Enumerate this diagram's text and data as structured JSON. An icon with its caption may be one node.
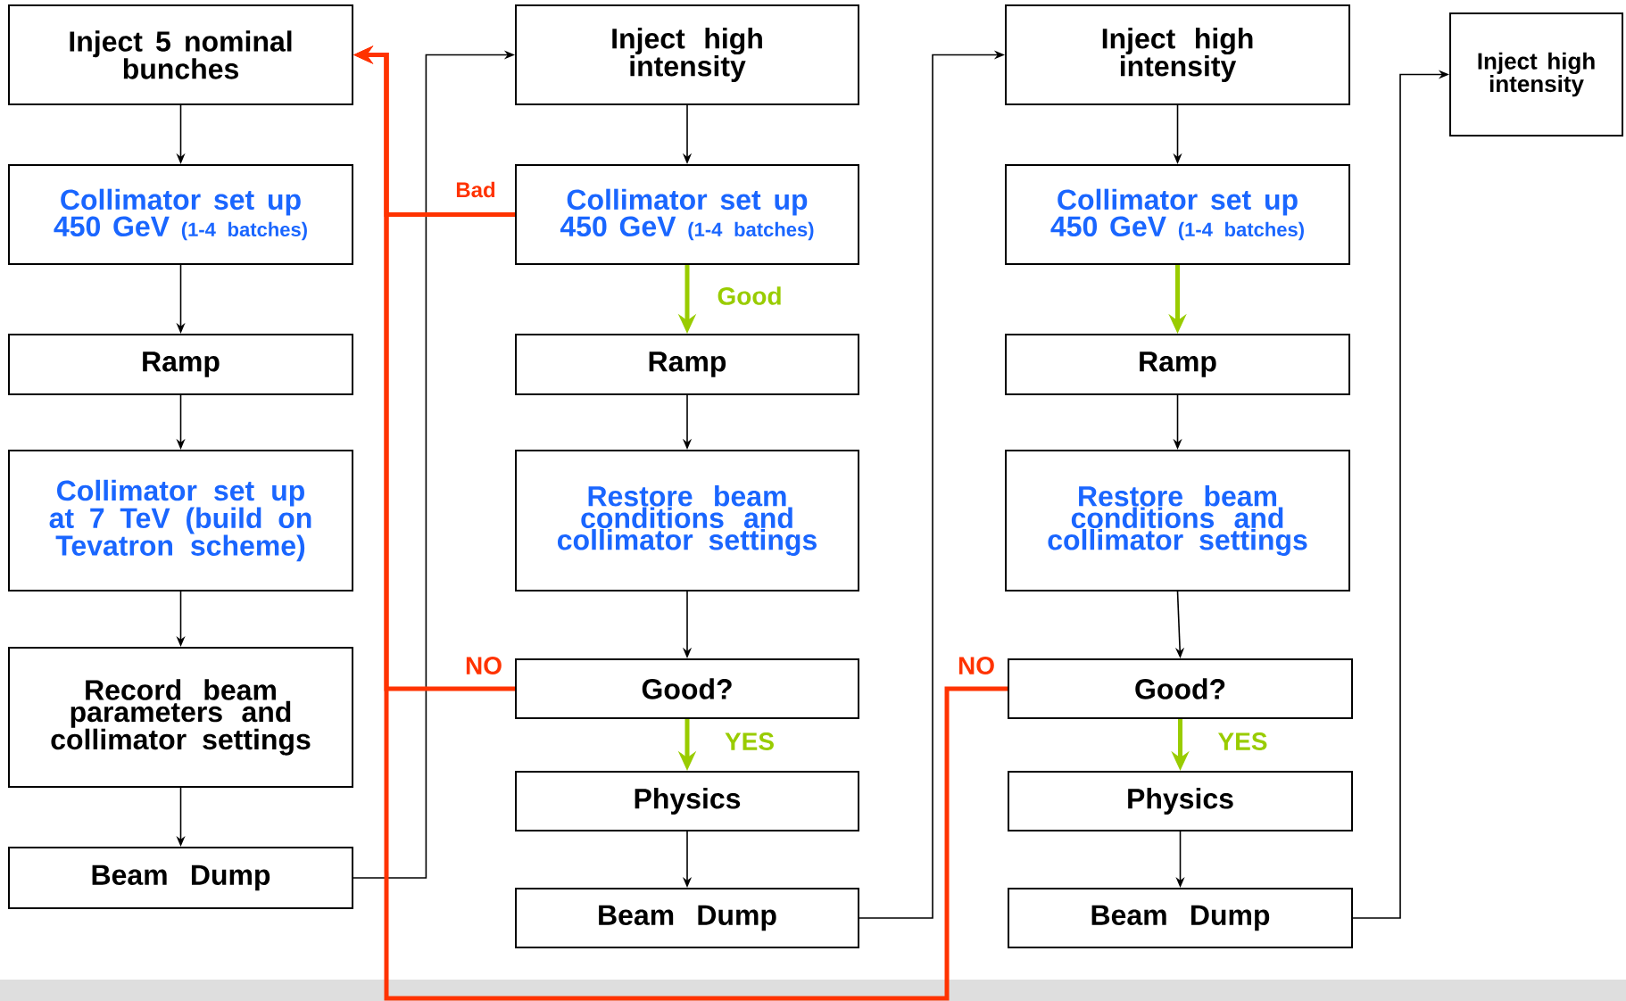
{
  "diagram": {
    "nodes": [
      {
        "text": [
          "Inject 5 nominal bunches"
        ]
      },
      {
        "text": [
          "Collimator set up 450 GeV",
          "(1-4 batches)"
        ]
      },
      {
        "text": [
          "Ramp"
        ]
      },
      {
        "text": [
          "Collimator set up at 7 TeV (build on Tevatron scheme)"
        ]
      },
      {
        "text": [
          "Record beam parameters and collimator settings"
        ]
      },
      {
        "text": [
          "Beam Dump"
        ]
      },
      {
        "text": [
          "Inject high intensity"
        ]
      },
      {
        "text": [
          "Collimator set up 450 GeV",
          "(1-4 batches)"
        ]
      },
      {
        "text": [
          "Ramp"
        ]
      },
      {
        "text": [
          "Restore beam conditions and collimator settings"
        ]
      },
      {
        "text": [
          "Good?"
        ]
      },
      {
        "text": [
          "Physics"
        ]
      },
      {
        "text": [
          "Beam Dump"
        ]
      },
      {
        "text": [
          "Inject high intensity"
        ]
      },
      {
        "text": [
          "Collimator set up 450 GeV",
          "(1-4 batches)"
        ]
      },
      {
        "text": [
          "Ramp"
        ]
      },
      {
        "text": [
          "Restore beam conditions and collimator settings"
        ]
      },
      {
        "text": [
          "Good?"
        ]
      },
      {
        "text": [
          "Physics"
        ]
      },
      {
        "text": [
          "Beam Dump"
        ]
      },
      {
        "text": [
          "Inject high intensity"
        ]
      }
    ],
    "edges": [
      {
        "from": 0,
        "to": 1,
        "arrow": "to"
      },
      {
        "from": 1,
        "to": 2,
        "arrow": "to"
      },
      {
        "from": 2,
        "to": 3,
        "arrow": "to"
      },
      {
        "from": 3,
        "to": 4,
        "arrow": "to"
      },
      {
        "from": 4,
        "to": 5,
        "arrow": "to"
      },
      {
        "from": 5,
        "to": 6,
        "arrow": "to"
      },
      {
        "from": 6,
        "to": 7,
        "arrow": "to"
      },
      {
        "from": 7,
        "to": 8,
        "arrow": "to",
        "label": "Good",
        "style": "thick",
        "color": "#99cc00"
      },
      {
        "from": 8,
        "to": 9,
        "arrow": "to"
      },
      {
        "from": 9,
        "to": 10,
        "arrow": "to"
      },
      {
        "from": 10,
        "to": 11,
        "arrow": "to",
        "label": "YES",
        "style": "thick",
        "color": "#99cc00"
      },
      {
        "from": 11,
        "to": 12,
        "arrow": "to"
      },
      {
        "from": 12,
        "to": 13,
        "arrow": "to"
      },
      {
        "from": 13,
        "to": 14,
        "arrow": "to"
      },
      {
        "from": 14,
        "to": 15,
        "arrow": "to",
        "style": "thick",
        "color": "#99cc00"
      },
      {
        "from": 15,
        "to": 16,
        "arrow": "to"
      },
      {
        "from": 16,
        "to": 17,
        "arrow": "to"
      },
      {
        "from": 17,
        "to": 18,
        "arrow": "to",
        "label": "YES",
        "style": "thick",
        "color": "#99cc00"
      },
      {
        "from": 18,
        "to": 19,
        "arrow": "to"
      },
      {
        "from": 19,
        "to": 20,
        "arrow": "to"
      },
      {
        "from": 7,
        "to": 0,
        "arrow": "to",
        "label": "Bad",
        "style": "thick",
        "color": "#ff3300"
      },
      {
        "from": 10,
        "to": 0,
        "arrow": "to",
        "label": "NO",
        "style": "thick",
        "color": "#ff3300"
      },
      {
        "from": 17,
        "to": 0,
        "arrow": "to",
        "label": "NO",
        "style": "thick",
        "color": "#ff3300"
      }
    ]
  }
}
